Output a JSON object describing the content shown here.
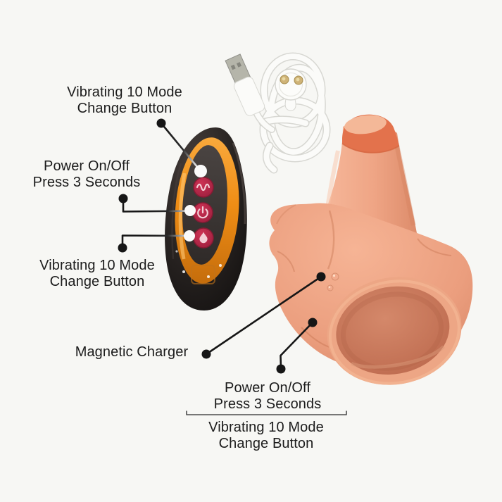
{
  "scene": {
    "background_color": "#f7f7f4"
  },
  "labels": {
    "top_vibrating": {
      "line1": "Vibrating 10 Mode",
      "line2": "Change Button"
    },
    "left_power": {
      "line1": "Power On/Off",
      "line2": "Press 3 Seconds"
    },
    "left_vibrating": {
      "line1": "Vibrating 10 Mode",
      "line2": "Change Button"
    },
    "magnetic_charger": {
      "line1": "Magnetic Charger"
    },
    "bottom_power": {
      "line1": "Power On/Off",
      "line2": "Press 3 Seconds"
    },
    "bottom_vibrating": {
      "line1": "Vibrating 10 Mode",
      "line2": "Change Button"
    }
  },
  "remote": {
    "body_color": "#26211f",
    "ring_color": "#f0911f",
    "panel_color": "#3d3835",
    "button_color": "#b62845",
    "button_icon_color": "#f3ced6",
    "button_icons": [
      "wave-icon",
      "power-icon",
      "flame-icon"
    ]
  },
  "cable": {
    "cable_color": "#fbfbf9",
    "usb_metal_color": "#b5b5aa",
    "magnetic_contact_color": "#cfb377"
  },
  "device": {
    "skin_color": "#efa284",
    "tip_color": "#e3724c",
    "suction_base_color": "#c87a5b"
  },
  "annotation": {
    "line_color": "#161616",
    "dot_on_remote_color": "#fafafa"
  }
}
